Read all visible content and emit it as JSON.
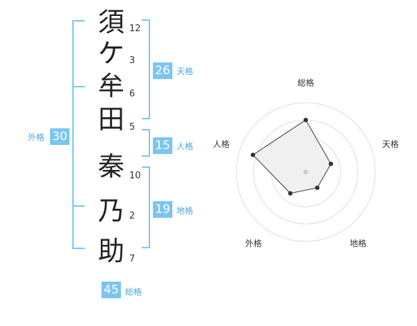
{
  "name_chars": [
    "須",
    "ケ",
    "牟",
    "田",
    "秦",
    "乃",
    "助"
  ],
  "stroke_counts": [
    "12",
    "3",
    "6",
    "5",
    "10",
    "2",
    "7"
  ],
  "kaku": {
    "tenkaku": {
      "value": "26",
      "label": "天格"
    },
    "jinkaku": {
      "value": "15",
      "label": "人格"
    },
    "chikaku": {
      "value": "19",
      "label": "地格"
    },
    "gaikaku": {
      "value": "30",
      "label": "外格"
    },
    "soukaku": {
      "value": "45",
      "label": "総格"
    }
  },
  "radar": {
    "axes": [
      "総格",
      "天格",
      "地格",
      "外格",
      "人格"
    ],
    "levels": 4,
    "values": [
      0.75,
      0.38,
      0.28,
      0.38,
      0.8
    ],
    "colors": {
      "grid": "#dddddd",
      "fill": "#f0f0f0",
      "stroke": "#333333",
      "point": "#333333",
      "center": "#cccccc"
    }
  }
}
